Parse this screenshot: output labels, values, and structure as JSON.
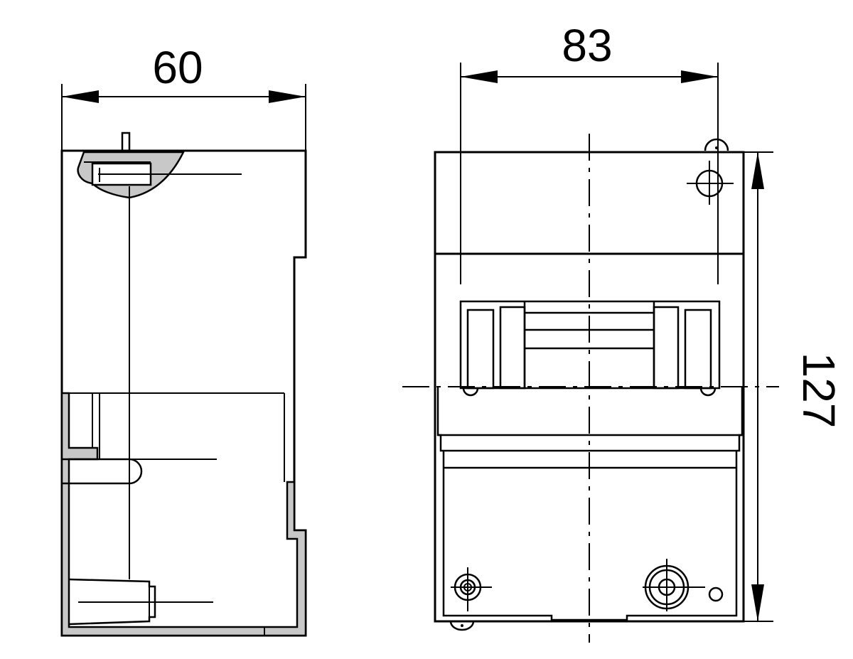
{
  "dimensions": {
    "width_side": "60",
    "width_front": "83",
    "height": "127"
  },
  "colors": {
    "line": "#000000",
    "section_fill": "#c8c8c8",
    "background": "#ffffff"
  }
}
